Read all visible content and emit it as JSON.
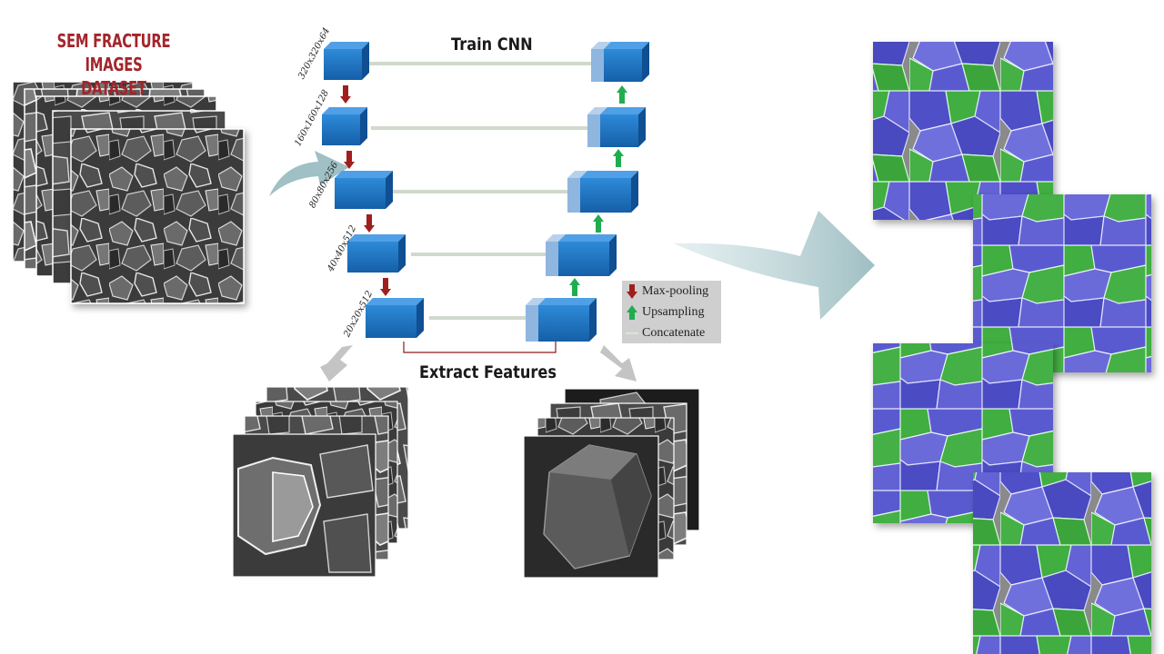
{
  "dataset_title": [
    "SEM FRACTURE IMAGES",
    "DATASET"
  ],
  "train_label": "Train CNN",
  "extract_label": "Extract Features",
  "layer_dims": [
    "320x320x64",
    "160x160x128",
    "80x80x256",
    "40x40x512",
    "20x20x512"
  ],
  "legend": [
    {
      "label": "Max-pooling",
      "icon": "down-arrow-icon",
      "color": "#a01e1e"
    },
    {
      "label": "Upsampling",
      "icon": "up-arrow-icon",
      "color": "#1fad4e"
    },
    {
      "label": "Concatenate",
      "icon": "concatenate-line-icon",
      "color": "#cbd8c8"
    }
  ],
  "colors": {
    "title_red": "#a3252b",
    "block_blue": "#1f6fbf",
    "flow_arrow": "#a8c6c9",
    "grain_blue": "#5a5ad0",
    "grain_green": "#3fae3f"
  }
}
